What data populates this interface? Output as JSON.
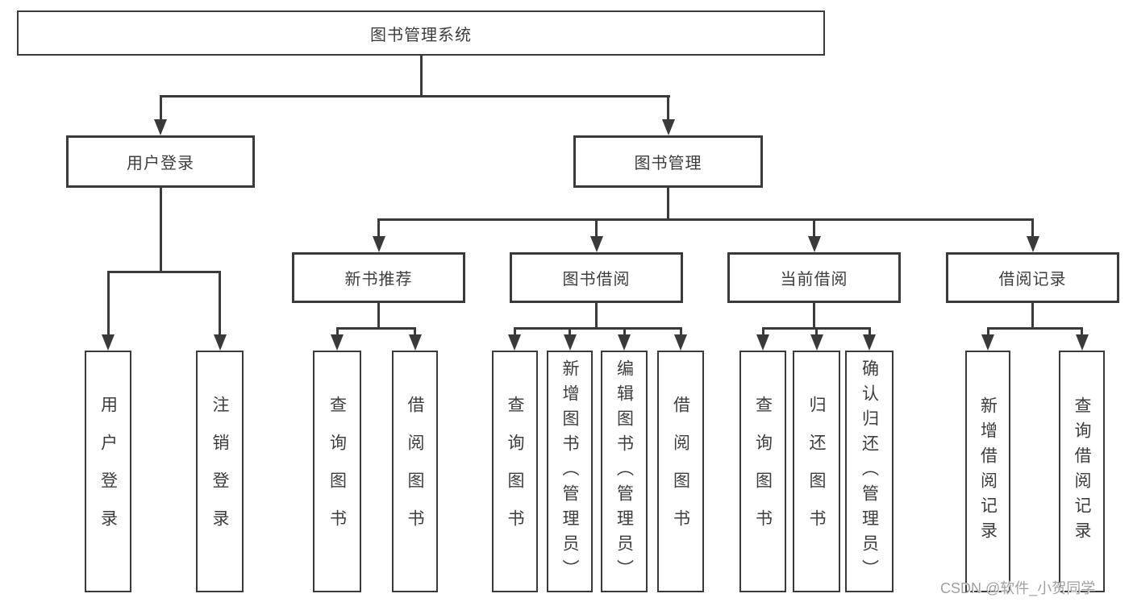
{
  "diagram": {
    "root": {
      "label": "图书管理系统"
    },
    "level2": [
      {
        "id": "user-login",
        "label": "用户登录"
      },
      {
        "id": "book-management",
        "label": "图书管理"
      }
    ],
    "level3": [
      {
        "id": "new-book-recommend",
        "label": "新书推荐",
        "parent": "图书管理"
      },
      {
        "id": "book-borrow",
        "label": "图书借阅",
        "parent": "图书管理"
      },
      {
        "id": "current-borrow",
        "label": "当前借阅",
        "parent": "图书管理"
      },
      {
        "id": "borrow-record",
        "label": "借阅记录",
        "parent": "图书管理"
      }
    ],
    "leaves": [
      {
        "parent": "用户登录",
        "label": "用户登录"
      },
      {
        "parent": "用户登录",
        "label": "注销登录"
      },
      {
        "parent": "新书推荐",
        "label": "查询图书"
      },
      {
        "parent": "新书推荐",
        "label": "借阅图书"
      },
      {
        "parent": "图书借阅",
        "label": "查询图书"
      },
      {
        "parent": "图书借阅",
        "label": "新增图书（管理员）"
      },
      {
        "parent": "图书借阅",
        "label": "编辑图书（管理员）"
      },
      {
        "parent": "图书借阅",
        "label": "借阅图书"
      },
      {
        "parent": "当前借阅",
        "label": "查询图书"
      },
      {
        "parent": "当前借阅",
        "label": "归还图书"
      },
      {
        "parent": "当前借阅",
        "label": "确认归还（管理员）"
      },
      {
        "parent": "借阅记录",
        "label": "新增借阅记录"
      },
      {
        "parent": "借阅记录",
        "label": "查询借阅记录"
      }
    ],
    "watermark": "CSDN @软件_小贺同学",
    "colors": {
      "line": "#3a3a3a",
      "text": "#3d3d3d",
      "watermark": "#a0a0a0",
      "background": "#ffffff"
    }
  }
}
